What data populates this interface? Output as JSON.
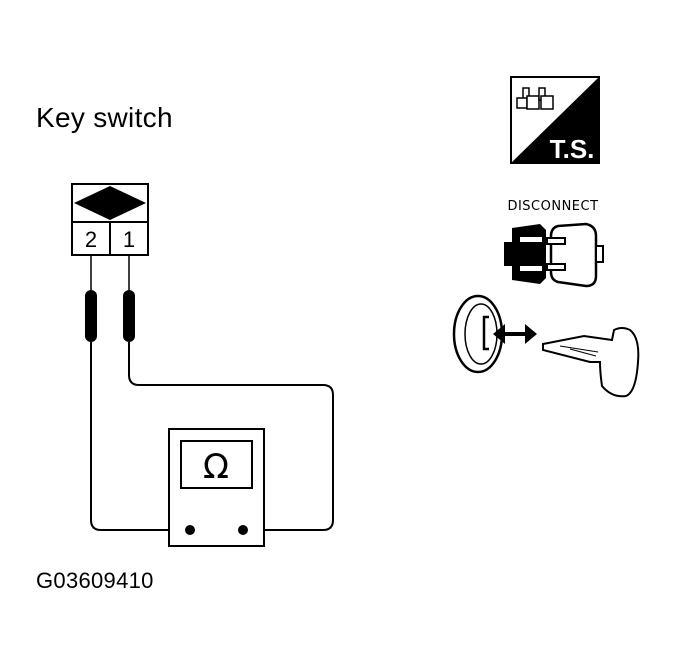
{
  "diagram": {
    "title": "Key switch",
    "figure_code": "G03609410",
    "connector": {
      "pin_left": "2",
      "pin_right": "1"
    },
    "meter": {
      "symbol": "Ω"
    },
    "icons": {
      "ts_label": "T.S.",
      "disconnect_label": "DISCONNECT",
      "ts_icon": "tester-icon",
      "disconnect_icon": "disconnect-connector-icon",
      "key_icon": "ignition-key-icon"
    }
  }
}
